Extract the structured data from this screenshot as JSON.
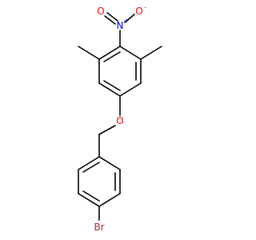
{
  "molecule": {
    "atoms": {
      "nitrogen": {
        "label": "N",
        "charge": "+",
        "color": "#0000ff"
      },
      "oxygen_nitro_left": {
        "label": "O",
        "color": "#ff0000"
      },
      "oxygen_nitro_right": {
        "label": "O",
        "charge": "-",
        "color": "#ff0000"
      },
      "oxygen_ether": {
        "label": "O",
        "color": "#ff0000"
      },
      "bromine": {
        "label": "Br",
        "color": "#a52a2a"
      }
    },
    "bond_color": "#000000"
  }
}
